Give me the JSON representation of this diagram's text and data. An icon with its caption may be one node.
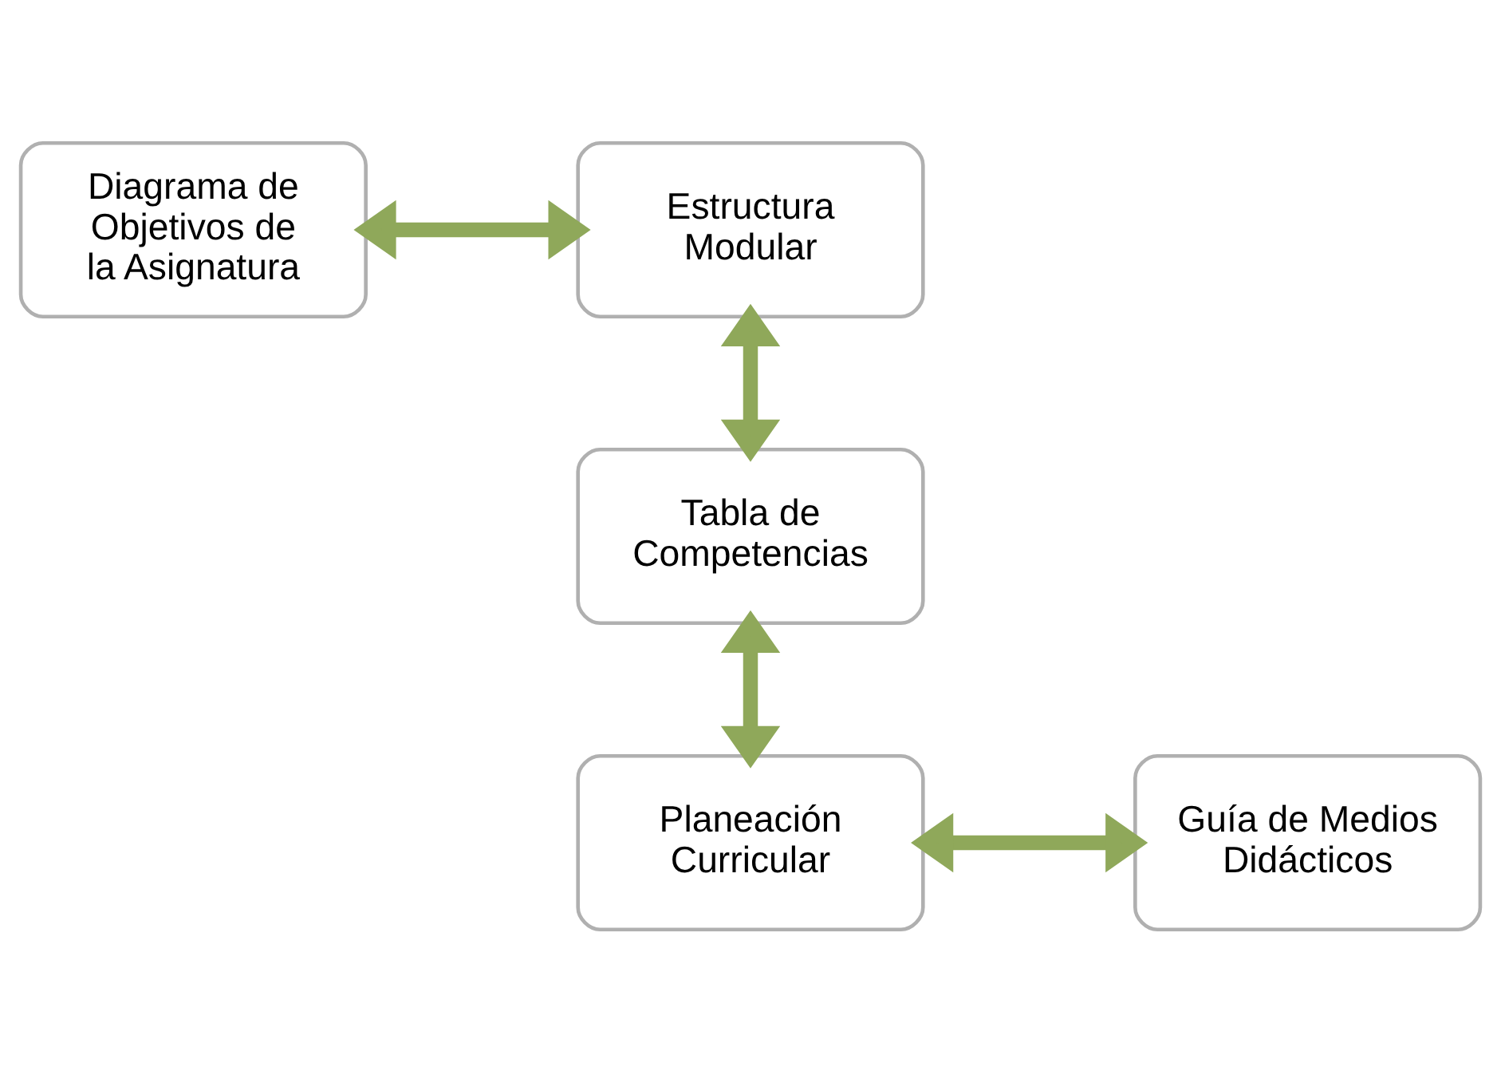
{
  "diagram": {
    "nodes": [
      {
        "text": [
          "Diagrama de Objetivos de la Asignatura"
        ]
      },
      {
        "text": [
          "Estructura Modular"
        ]
      },
      {
        "text": [
          "Tabla de Competencias"
        ]
      },
      {
        "text": [
          "Planeación Curricular"
        ]
      },
      {
        "text": [
          "Guía de Medios Didácticos"
        ]
      }
    ],
    "edges": [
      {
        "from": 0,
        "to": 1,
        "arrow": "both"
      },
      {
        "from": 1,
        "to": 2,
        "arrow": "both"
      },
      {
        "from": 2,
        "to": 3,
        "arrow": "both"
      },
      {
        "from": 3,
        "to": 4,
        "arrow": "both"
      }
    ]
  }
}
